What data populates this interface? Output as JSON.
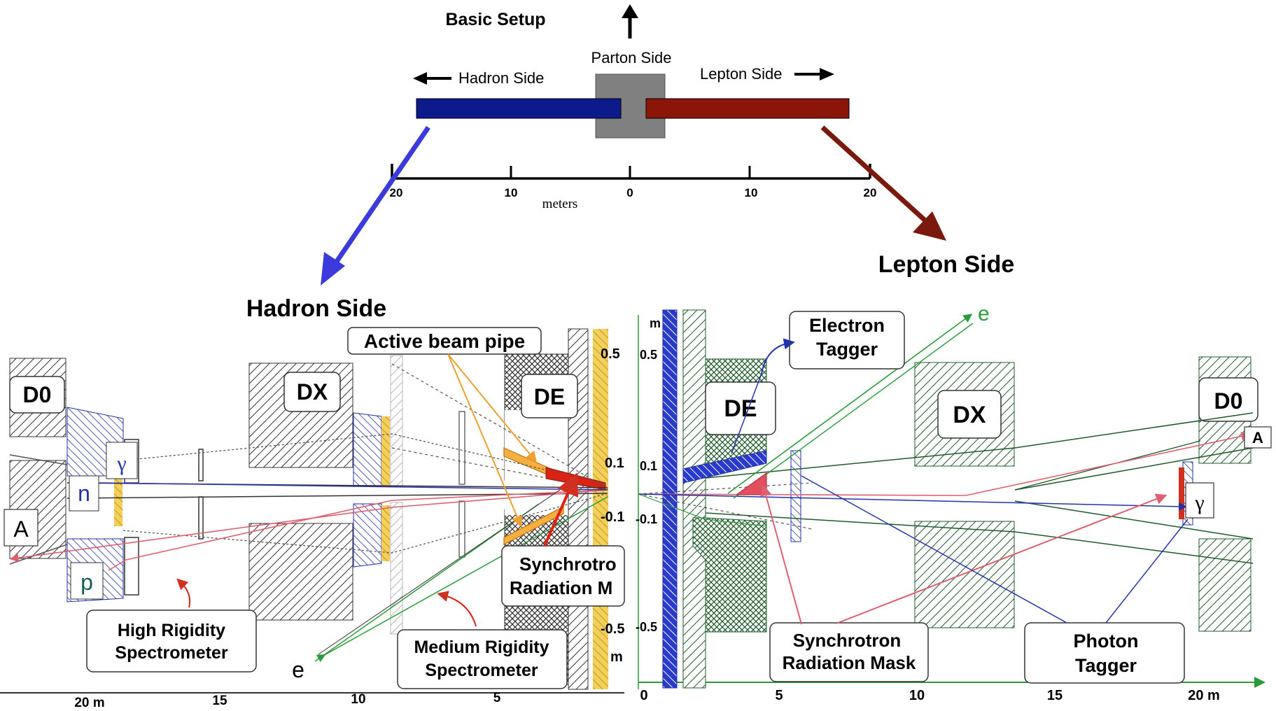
{
  "top": {
    "title": "Basic Setup",
    "hadron_side_label": "Hadron Side",
    "parton_side_label": "Parton Side",
    "lepton_side_label": "Lepton Side",
    "scale_ticks": [
      "20",
      "10",
      "0",
      "10",
      "20"
    ],
    "scale_unit": "meters"
  },
  "headers": {
    "hadron_side": "Hadron Side",
    "lepton_side": "Lepton Side"
  },
  "hadron_panel": {
    "magnets": {
      "d0": "D0",
      "dx": "DX",
      "de": "DE"
    },
    "particles": {
      "gamma": "γ",
      "n": "n",
      "a": "A",
      "p": "p",
      "e": "e"
    },
    "callouts": {
      "active_beam_pipe": "Active beam pipe",
      "synchrotron_line1": "Synchrotro",
      "synchrotron_line2": "Radiation M",
      "high_rigidity_line1": "High Rigidity",
      "high_rigidity_line2": "Spectrometer",
      "medium_rigidity_line1": "Medium Rigidity",
      "medium_rigidity_line2": "Spectrometer"
    },
    "y_axis_labels": [
      "0.5",
      "0.1",
      "-0.1",
      "-0.5",
      "m"
    ],
    "x_axis_labels": [
      "20 m",
      "15",
      "10",
      "5"
    ]
  },
  "lepton_panel": {
    "magnets": {
      "de": "DE",
      "dx": "DX",
      "d0": "D0"
    },
    "particles": {
      "e": "e",
      "a": "A",
      "gamma": "γ"
    },
    "callouts": {
      "electron_tagger_line1": "Electron",
      "electron_tagger_line2": "Tagger",
      "synchrotron_line1": "Synchrotron",
      "synchrotron_line2": "Radiation Mask",
      "photon_tagger_line1": "Photon",
      "photon_tagger_line2": "Tagger"
    },
    "y_axis_labels": [
      "m",
      "0.5",
      "0.1",
      "-0.1",
      "-0.5"
    ],
    "x_axis_labels": [
      "0",
      "5",
      "10",
      "15",
      "20 m"
    ]
  },
  "colors": {
    "hadron_beam": "#0d1a8c",
    "lepton_beam": "#8a1508",
    "parton_box": "#808080",
    "hadron_arrow": "#3b3bdd",
    "lepton_arrow": "#7a1a0e",
    "hatch_dark": "#333333",
    "hatch_green": "#1f5a2a",
    "hatch_blue": "#2233aa",
    "yellow": "#e6b800",
    "red_mask": "#e02010",
    "pink_track": "#e06070",
    "orange_pipe": "#f0a030",
    "green_track": "#2a9a3a"
  }
}
